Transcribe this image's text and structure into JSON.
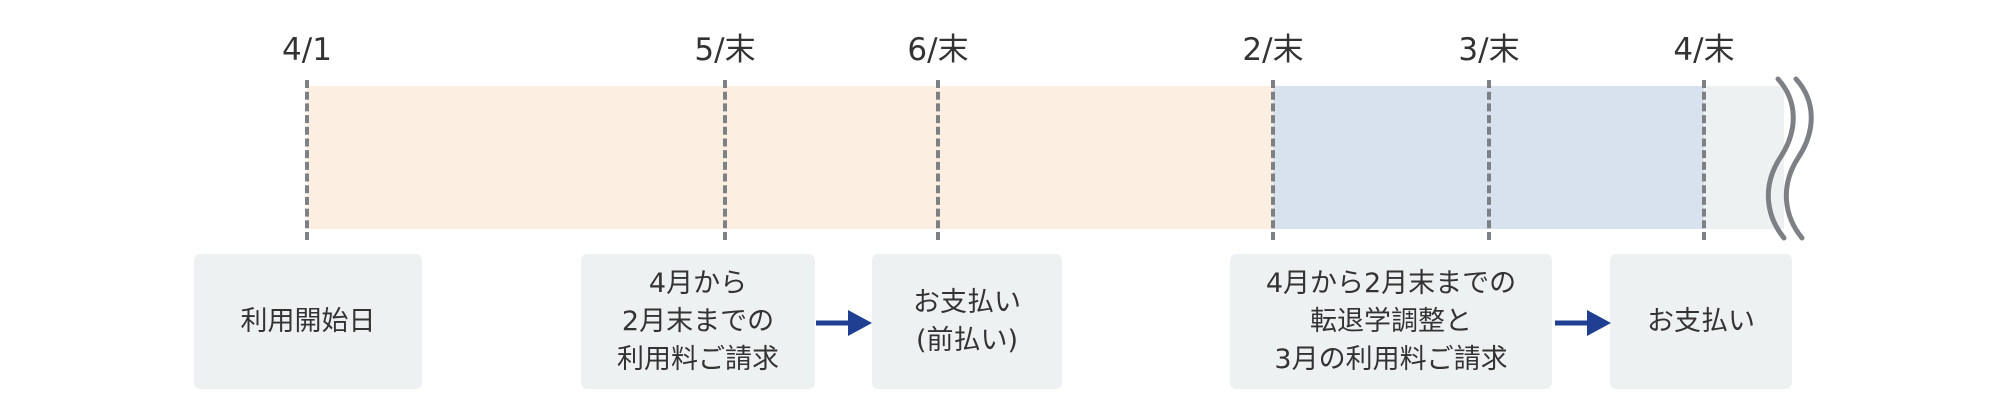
{
  "timeline": {
    "ticks": [
      {
        "id": "apr1",
        "label": "4/1"
      },
      {
        "id": "may-end",
        "label": "5/末"
      },
      {
        "id": "jun-end",
        "label": "6/末"
      },
      {
        "id": "feb-end",
        "label": "2/末"
      },
      {
        "id": "mar-end",
        "label": "3/末"
      },
      {
        "id": "apr-end",
        "label": "4/末"
      }
    ],
    "colors": {
      "period_1": "#fdeee2",
      "period_2": "#d8e1ee",
      "beyond": "#eef1f2",
      "dash": "#7d8084",
      "arrow": "#1f3f93",
      "box": "#eef1f2"
    },
    "boxes": {
      "start": "利用開始日",
      "billing_1": "4月から\n2月末までの\n利用料ご請求",
      "payment_1": "お支払い\n(前払い)",
      "billing_2": "4月から2月末までの\n転退学調整と\n3月の利用料ご請求",
      "payment_2": "お支払い"
    },
    "icons": [
      "arrow-right-icon",
      "wave-break-icon"
    ]
  }
}
